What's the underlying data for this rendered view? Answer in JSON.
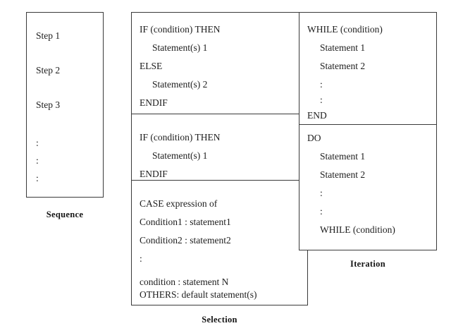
{
  "figure": {
    "background_color": "#ffffff",
    "text_color": "#1d1d1d",
    "border_color": "#3a3a3a"
  },
  "columns": {
    "sequence": {
      "caption": "Sequence",
      "lines": [
        "Step 1",
        "Step 2",
        "Step 3",
        ":",
        ":",
        ":"
      ]
    },
    "selection": {
      "caption": "Selection",
      "blocks": [
        {
          "name": "if-then-else",
          "lines": [
            "IF (condition) THEN",
            "Statement(s) 1",
            "ELSE",
            "Statement(s) 2",
            "ENDIF"
          ]
        },
        {
          "name": "if-then",
          "lines": [
            "IF (condition) THEN",
            "Statement(s) 1",
            "ENDIF"
          ]
        },
        {
          "name": "case",
          "lines": [
            "CASE expression of",
            "Condition1 : statement1",
            "Condition2 : statement2",
            ":",
            "condition : statement N",
            "OTHERS: default statement(s)"
          ]
        }
      ]
    },
    "iteration": {
      "caption": "Iteration",
      "blocks": [
        {
          "name": "while-loop",
          "lines": [
            "WHILE (condition)",
            "Statement 1",
            "Statement 2",
            ":",
            ":",
            "END"
          ]
        },
        {
          "name": "do-while-loop",
          "lines": [
            "DO",
            "Statement 1",
            "Statement 2",
            ":",
            ":",
            "WHILE (condition)"
          ]
        }
      ]
    }
  }
}
